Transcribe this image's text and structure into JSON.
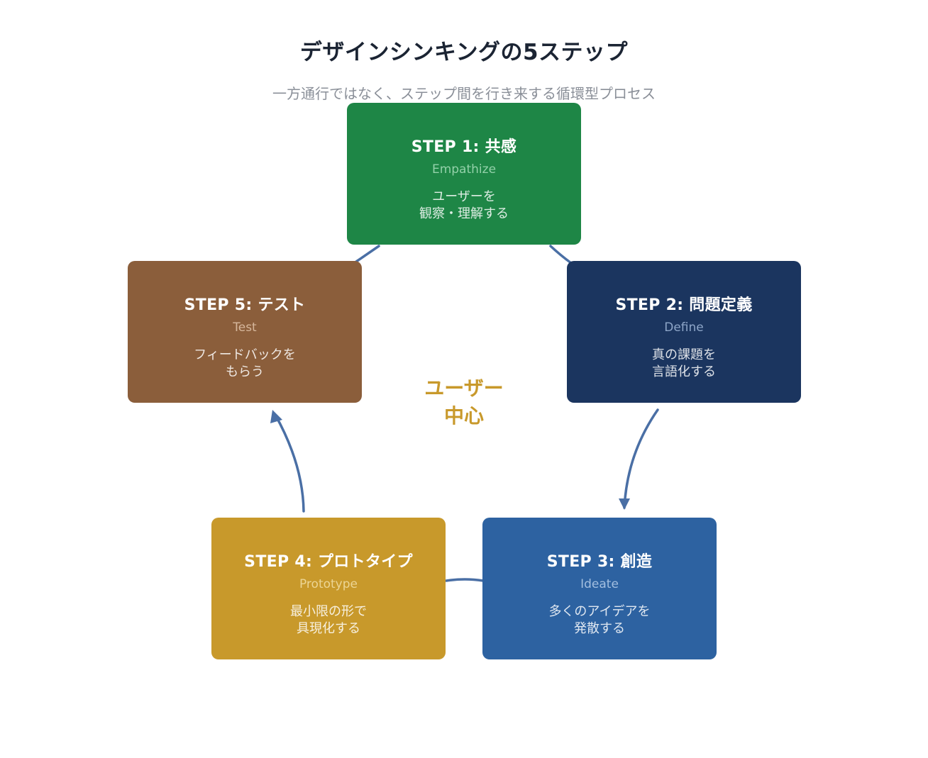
{
  "title": "デザインシンキングの5ステップ",
  "subtitle": "一方通行ではなく、ステップ間を行き来する循環型プロセス",
  "center_label": {
    "line1": "ユーザー",
    "line2": "中心"
  },
  "steps": [
    {
      "title": "STEP 1: 共感",
      "english": "Empathize",
      "desc": [
        "ユーザーを",
        "観察・理解する"
      ],
      "color": "#1e8646"
    },
    {
      "title": "STEP 2: 問題定義",
      "english": "Define",
      "desc": [
        "真の課題を",
        "言語化する"
      ],
      "color": "#1b355f"
    },
    {
      "title": "STEP 3: 創造",
      "english": "Ideate",
      "desc": [
        "多くのアイデアを",
        "発散する"
      ],
      "color": "#2d62a1"
    },
    {
      "title": "STEP 4: プロトタイプ",
      "english": "Prototype",
      "desc": [
        "最小限の形で",
        "具現化する"
      ],
      "color": "#c8992b"
    },
    {
      "title": "STEP 5: テスト",
      "english": "Test",
      "desc": [
        "フィードバックを",
        "もらう"
      ],
      "color": "#8b5e3b"
    }
  ],
  "connector_color": "#4a6fa5"
}
